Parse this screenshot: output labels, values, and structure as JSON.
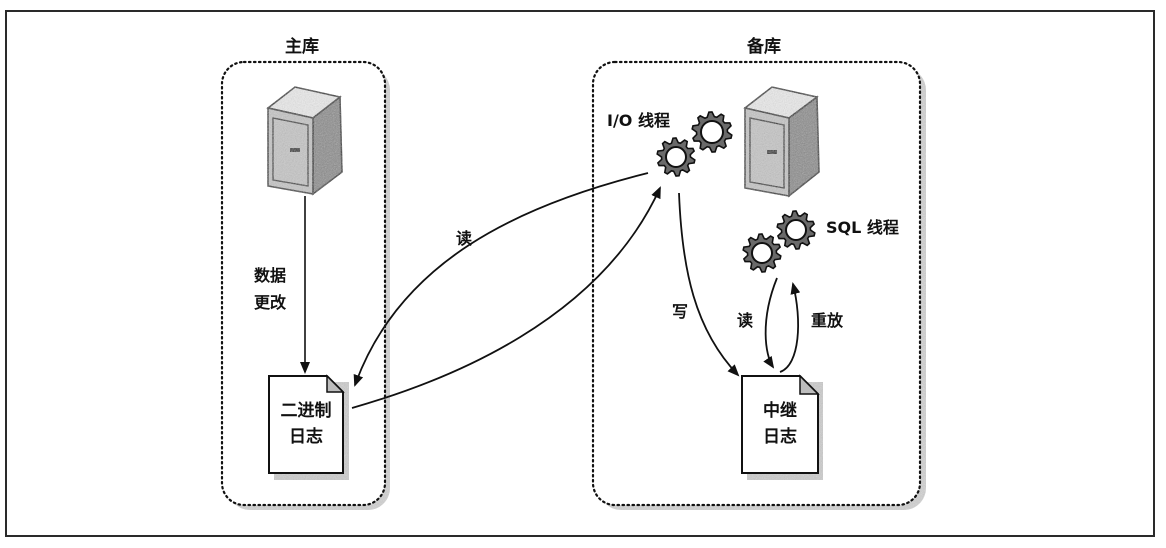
{
  "master": {
    "title": "主库",
    "server_icon": "server-icon",
    "edge_label_lines": [
      "数据",
      "更改"
    ],
    "binary_log": {
      "lines": [
        "二进制",
        "日志"
      ],
      "icon": "document-icon"
    }
  },
  "slave": {
    "title": "备库",
    "server_icon": "server-icon",
    "io_thread": {
      "label": "I/O 线程",
      "icon": "gears-icon"
    },
    "sql_thread": {
      "label": "SQL 线程",
      "icon": "gears-icon"
    },
    "relay_log": {
      "lines": [
        "中继",
        "日志"
      ],
      "icon": "document-icon"
    }
  },
  "edges": {
    "io_read_label": "读",
    "io_write_label": "写",
    "sql_read_label": "读",
    "sql_replay_label": "重放"
  },
  "colors": {
    "ink": "#111111",
    "shadow": "#9a9a9a",
    "server_fill": "#c8c8c8",
    "fold": "#bdbdbd"
  }
}
